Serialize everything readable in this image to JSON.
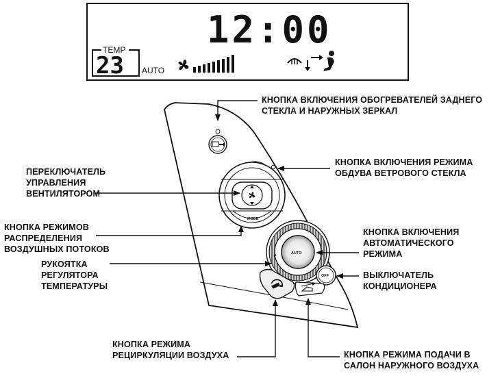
{
  "display": {
    "clock": "12:00",
    "temp_caption": "TEMP",
    "temp_value": "23",
    "auto_text": "AUTO"
  },
  "panel": {
    "mode_text": "MODE",
    "auto_button_text": "AUTO",
    "off_button_text": "OFF"
  },
  "labels": {
    "rear_defrost": [
      "КНОПКА ВКЛЮЧЕНИЯ ОБОГРЕВАТЕЛЕЙ ЗАДНЕГО",
      "СТЕКЛА И НАРУЖНЫХ ЗЕРКАЛ"
    ],
    "fan_switch": [
      "ПЕРЕКЛЮЧАТЕЛЬ",
      "УПРАВЛЕНИЯ",
      "ВЕНТИЛЯТОРОМ"
    ],
    "windshield": [
      "КНОПКА ВКЛЮЧЕНИЯ РЕЖИМА",
      "ОБДУВА ВЕТРОВОГО СТЕКЛА"
    ],
    "airflow_modes": [
      "КНОПКА РЕЖИМОВ",
      "РАСПРЕДЕЛЕНИЯ",
      "ВОЗДУШНЫХ ПОТОКОВ"
    ],
    "auto_mode": [
      "КНОПКА ВКЛЮЧЕНИЯ",
      "АВТОМАТИЧЕСКОГО",
      "РЕЖИМА"
    ],
    "temp_knob": [
      "РУКОЯТКА",
      "РЕГУЛЯТОРА",
      "ТЕМПЕРАТУРЫ"
    ],
    "ac_switch": [
      "ВЫКЛЮЧАТЕЛЬ",
      "КОНДИЦИОНЕРА"
    ],
    "recirculation": [
      "КНОПКА РЕЖИМА",
      "РЕЦИРКУЛЯЦИИ ВОЗДУХА"
    ],
    "fresh_air": [
      "КНОПКА РЕЖИМА ПОДАЧИ В",
      "САЛОН НАРУЖНОГО ВОЗДУХА"
    ]
  }
}
